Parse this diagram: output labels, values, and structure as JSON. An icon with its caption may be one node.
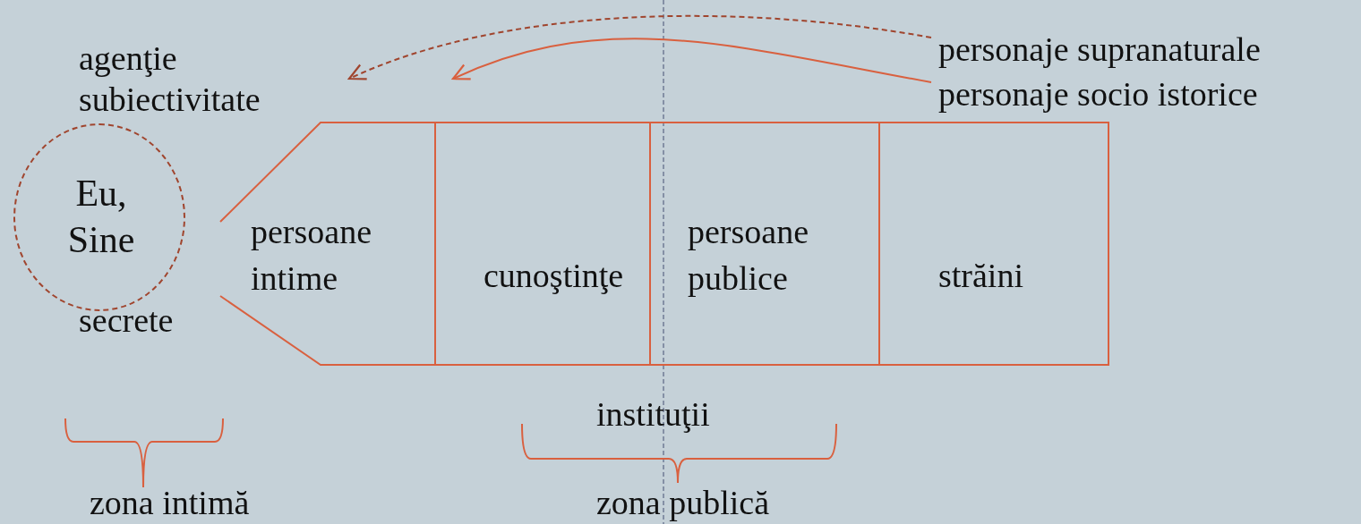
{
  "diagram": {
    "nodes": [
      {
        "text": [
          "Eu, Sine"
        ],
        "beside": [
          "secrete"
        ]
      },
      {
        "text": [
          "agenţie",
          "subiectivitate"
        ]
      },
      {
        "text": [
          "personaje supranaturale"
        ]
      },
      {
        "text": [
          "personaje socio istorice"
        ]
      },
      {
        "text": [
          "persoane intime"
        ]
      },
      {
        "text": [
          "cunoştinţe"
        ]
      },
      {
        "text": [
          "persoane publice"
        ]
      },
      {
        "text": [
          "străini"
        ]
      }
    ],
    "edges": [
      {
        "from": 2,
        "to": 1,
        "arrow": "to",
        "style": "dashed",
        "color": "#a0452e"
      },
      {
        "from": 3,
        "to": null,
        "arrow": "to"
      }
    ],
    "labels": [
      "instituţii",
      "zona intimă",
      "zona publică"
    ]
  }
}
